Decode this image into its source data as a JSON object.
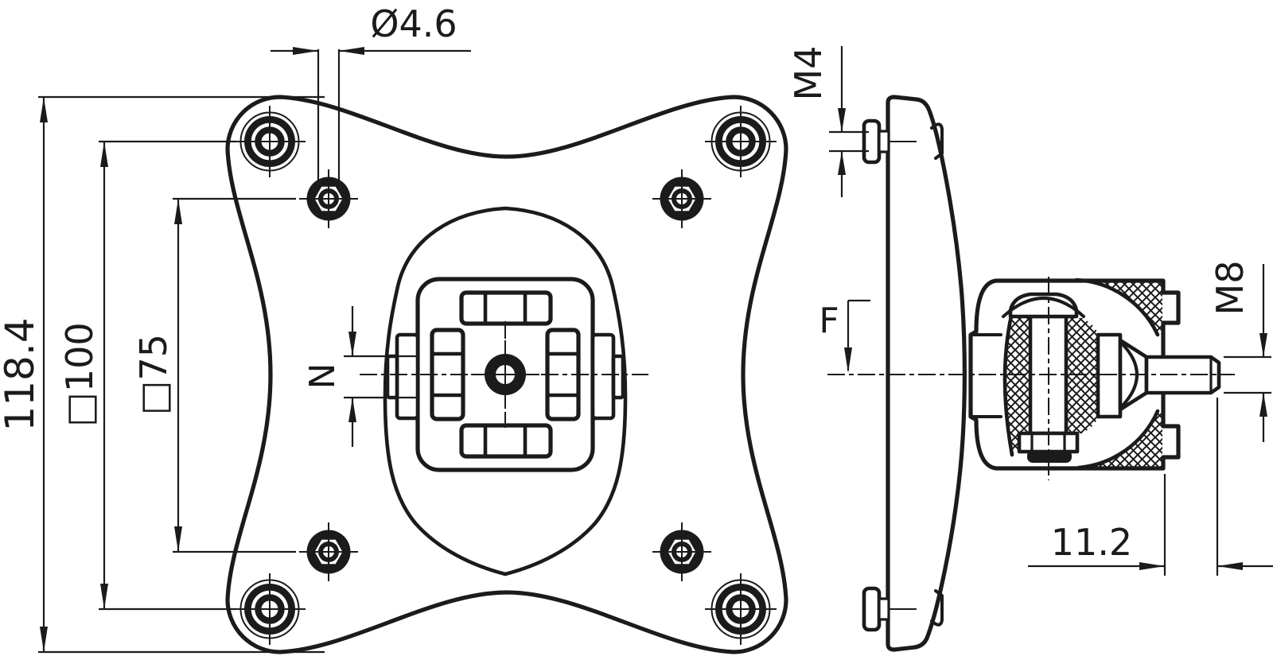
{
  "drawing": {
    "colors": {
      "ink": "#1b1b1b",
      "paper": "#ffffff"
    },
    "front_view": {
      "labels": {
        "overall_height": "118.4",
        "vesa_100_pattern": "□100",
        "vesa_75_pattern": "□75",
        "hole_diameter": "Ø4.6",
        "slot_width": "N"
      }
    },
    "side_view": {
      "labels": {
        "plate_screw_thread": "M4",
        "force_axis": "F",
        "stud_thread": "M8",
        "stud_offset": "11.2"
      }
    }
  }
}
